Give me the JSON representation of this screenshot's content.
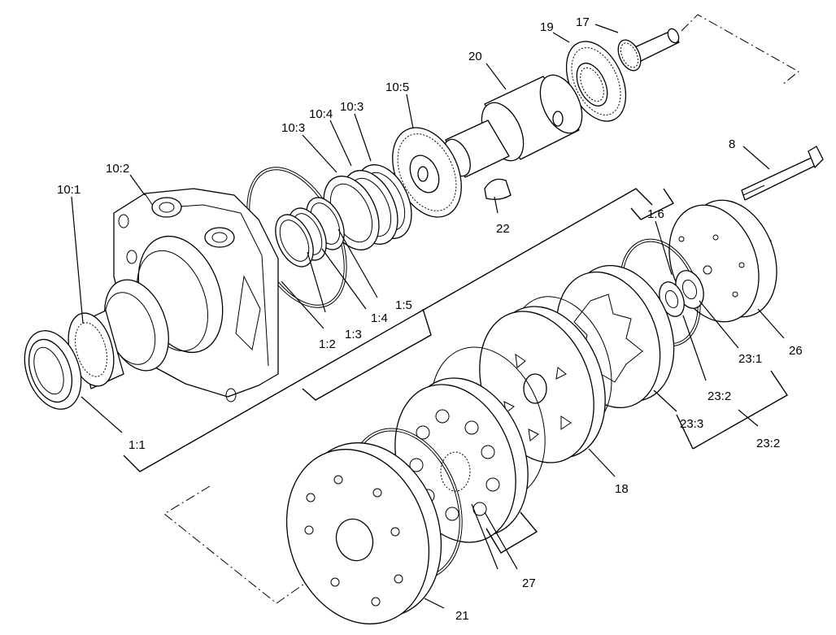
{
  "diagram": {
    "callouts": {
      "c10_1": "10:1",
      "c10_2": "10:2",
      "c10_3a": "10:3",
      "c10_4": "10:4",
      "c10_3b": "10:3",
      "c10_5": "10:5",
      "c20": "20",
      "c19": "19",
      "c17": "17",
      "c22": "22",
      "c8": "8",
      "c1_6": "1:6",
      "c1_5": "1:5",
      "c1_4": "1:4",
      "c1_3": "1:3",
      "c1_2": "1:2",
      "c1_1": "1:1",
      "c26": "26",
      "c23_1": "23:1",
      "c23_2a": "23:2",
      "c23_3": "23:3",
      "c23_2b": "23:2",
      "c18": "18",
      "c27": "27",
      "c21": "21"
    }
  }
}
